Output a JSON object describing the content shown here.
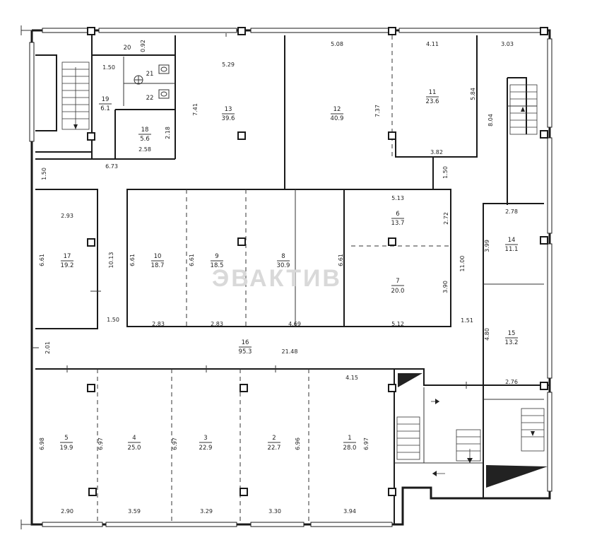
{
  "watermark": "ЭВАКТИВ",
  "rooms": [
    {
      "num": "1",
      "area": "28.0"
    },
    {
      "num": "2",
      "area": "22.7"
    },
    {
      "num": "3",
      "area": "22.9"
    },
    {
      "num": "4",
      "area": "25.0"
    },
    {
      "num": "5",
      "area": "19.9"
    },
    {
      "num": "6",
      "area": "13.7"
    },
    {
      "num": "7",
      "area": "20.0"
    },
    {
      "num": "8",
      "area": "30.9"
    },
    {
      "num": "9",
      "area": "18.5"
    },
    {
      "num": "10",
      "area": "18.7"
    },
    {
      "num": "11",
      "area": "23.6"
    },
    {
      "num": "12",
      "area": "40.9"
    },
    {
      "num": "13",
      "area": "39.6"
    },
    {
      "num": "14",
      "area": "11.1"
    },
    {
      "num": "15",
      "area": "13.2"
    },
    {
      "num": "16",
      "area": "95.3"
    },
    {
      "num": "17",
      "area": "19.2"
    },
    {
      "num": "18",
      "area": "5.6"
    },
    {
      "num": "19",
      "area": "6.1"
    },
    {
      "num": "20",
      "area": ""
    },
    {
      "num": "21",
      "area": ""
    },
    {
      "num": "22",
      "area": ""
    }
  ],
  "dimensions": {
    "d_092": "0.92",
    "d_150a": "1.50",
    "d_529": "5.29",
    "d_741": "7.41",
    "d_508": "5.08",
    "d_737": "7.37",
    "d_411": "4.11",
    "d_584": "5.84",
    "d_303": "3.03",
    "d_804": "8.04",
    "d_218": "2.18",
    "d_258": "2.58",
    "d_382": "3.82",
    "d_150b": "1.50",
    "d_673": "6.73",
    "d_150c": "1.50",
    "d_513": "5.13",
    "d_272": "2.72",
    "d_278": "2.78",
    "d_399": "3.99",
    "d_293": "2.93",
    "d_661a": "6.61",
    "d_1013": "10.13",
    "d_661b": "6.61",
    "d_661c": "6.61",
    "d_661d": "6.61",
    "d_1100": "11.00",
    "d_390": "3.90",
    "d_150d": "1.50",
    "d_283a": "2.83",
    "d_283b": "2.83",
    "d_469": "4.69",
    "d_512": "5.12",
    "d_151": "1.51",
    "d_480": "4.80",
    "d_201": "2.01",
    "d_2148": "21.48",
    "d_415": "4.15",
    "d_276": "2.76",
    "d_698": "6.98",
    "d_697a": "6.97",
    "d_697b": "6.97",
    "d_696": "6.96",
    "d_697c": "6.97",
    "d_290": "2.90",
    "d_359": "3.59",
    "d_329": "3.29",
    "d_330": "3.30",
    "d_394": "3.94"
  }
}
